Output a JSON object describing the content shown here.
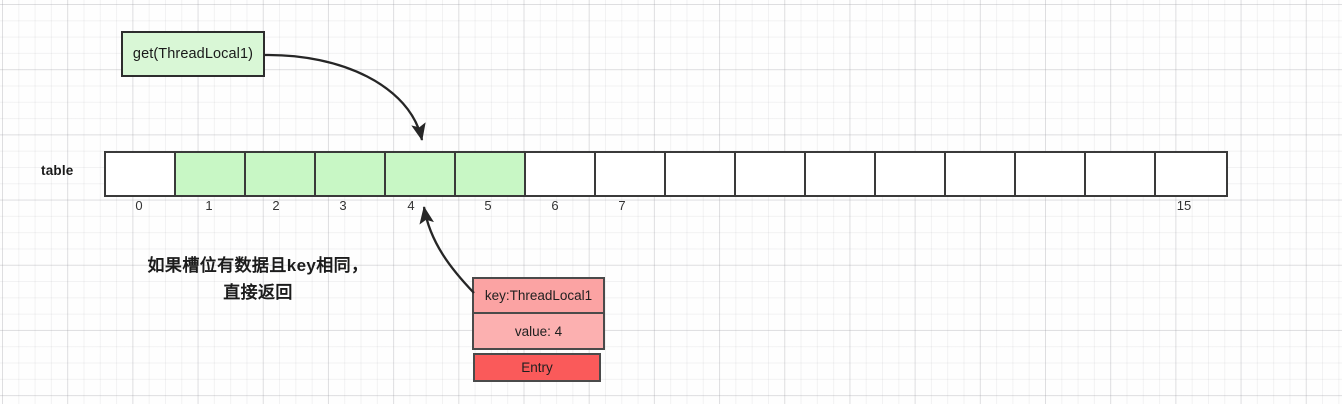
{
  "diagram": {
    "title_label": "table",
    "callout": {
      "text": "get(ThreadLocal1)",
      "fill_color": "#d9f7d6",
      "border_color": "#2d2d2d"
    },
    "table": {
      "label": "table",
      "slot_count": 16,
      "filled_indices": [
        1,
        2,
        3,
        4,
        5
      ],
      "filled_color": "#c8f7c5",
      "empty_color": "#ffffff",
      "border_color": "#3a3a3a",
      "index_labels": [
        "0",
        "1",
        "2",
        "3",
        "4",
        "5",
        "6",
        "7",
        "15"
      ],
      "index_label_slots": [
        0,
        1,
        2,
        3,
        4,
        5,
        6,
        7,
        15
      ]
    },
    "annotation": {
      "line1": "如果槽位有数据且key相同，",
      "line2": "直接返回"
    },
    "entry": {
      "key_text": "key:ThreadLocal1",
      "value_text": "value: 4",
      "type_text": "Entry",
      "key_color": "#fba3a3",
      "value_color": "#fcb0b0",
      "type_color": "#fa5a5a",
      "border_color": "#4a4a4a"
    },
    "arrows": [
      {
        "name": "callout-to-slot4",
        "from": "get(ThreadLocal1)",
        "to": "slot 4",
        "color": "#262626"
      },
      {
        "name": "entry-to-slot4",
        "from": "Entry",
        "to": "slot 4",
        "color": "#262626"
      }
    ]
  }
}
